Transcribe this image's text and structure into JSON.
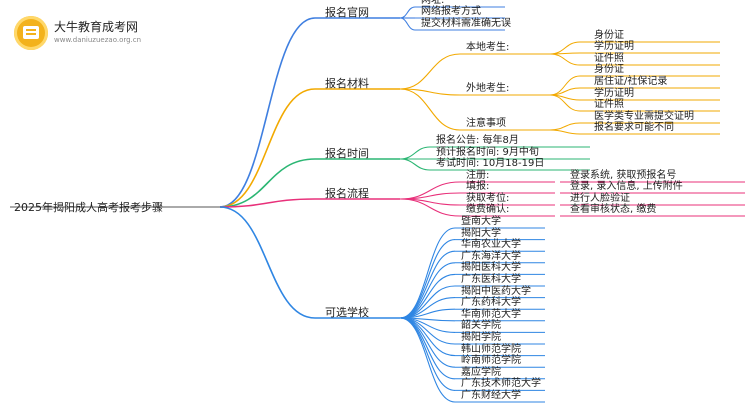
{
  "brand": {
    "name": "大牛教育成考网",
    "url": "www.daniuzuezao.org.cn"
  },
  "root": "2025年揭阳成人高考报考步骤",
  "colors": {
    "b0": "#3f7fe0",
    "b1": "#f2a900",
    "b2": "#2bb673",
    "b3": "#e8307a",
    "b4": "#2f86e3"
  },
  "branches": [
    {
      "label": "报名官网",
      "children": [
        {
          "label": "网址:"
        },
        {
          "label": "网络报考方式"
        },
        {
          "label": "提交材料需准确无误"
        }
      ]
    },
    {
      "label": "报名材料",
      "children": [
        {
          "label": "本地考生:",
          "children": [
            {
              "label": "身份证"
            },
            {
              "label": "学历证明"
            },
            {
              "label": "证件照"
            }
          ]
        },
        {
          "label": "外地考生:",
          "children": [
            {
              "label": "身份证"
            },
            {
              "label": "居住证/社保记录"
            },
            {
              "label": "学历证明"
            },
            {
              "label": "证件照"
            }
          ]
        },
        {
          "label": "注意事项",
          "children": [
            {
              "label": "医学类专业需提交证明"
            },
            {
              "label": "报名要求可能不同"
            }
          ]
        }
      ]
    },
    {
      "label": "报名时间",
      "children": [
        {
          "label": "报名公告: 每年8月"
        },
        {
          "label": "预计报名时间: 9月中旬"
        },
        {
          "label": "考试时间: 10月18-19日"
        }
      ]
    },
    {
      "label": "报名流程",
      "children": [
        {
          "label": "注册:",
          "children": [
            {
              "label": "登录系统, 获取预报名号"
            }
          ]
        },
        {
          "label": "填报:",
          "children": [
            {
              "label": "登录, 录入信息, 上传附件"
            }
          ]
        },
        {
          "label": "获取考位:",
          "children": [
            {
              "label": "进行人脸验证"
            }
          ]
        },
        {
          "label": "缴费确认:",
          "children": [
            {
              "label": "查看审核状态, 缴费"
            }
          ]
        }
      ]
    },
    {
      "label": "可选学校",
      "children": [
        {
          "label": "暨南大学"
        },
        {
          "label": "揭阳大学"
        },
        {
          "label": "华南农业大学"
        },
        {
          "label": "广东海洋大学"
        },
        {
          "label": "揭阳医科大学"
        },
        {
          "label": "广东医科大学"
        },
        {
          "label": "揭阳中医药大学"
        },
        {
          "label": "广东药科大学"
        },
        {
          "label": "华南师范大学"
        },
        {
          "label": "韶关学院"
        },
        {
          "label": "揭阳学院"
        },
        {
          "label": "韩山师范学院"
        },
        {
          "label": "岭南师范学院"
        },
        {
          "label": "嘉应学院"
        },
        {
          "label": "广东技术师范大学"
        },
        {
          "label": "广东财经大学"
        }
      ]
    }
  ]
}
